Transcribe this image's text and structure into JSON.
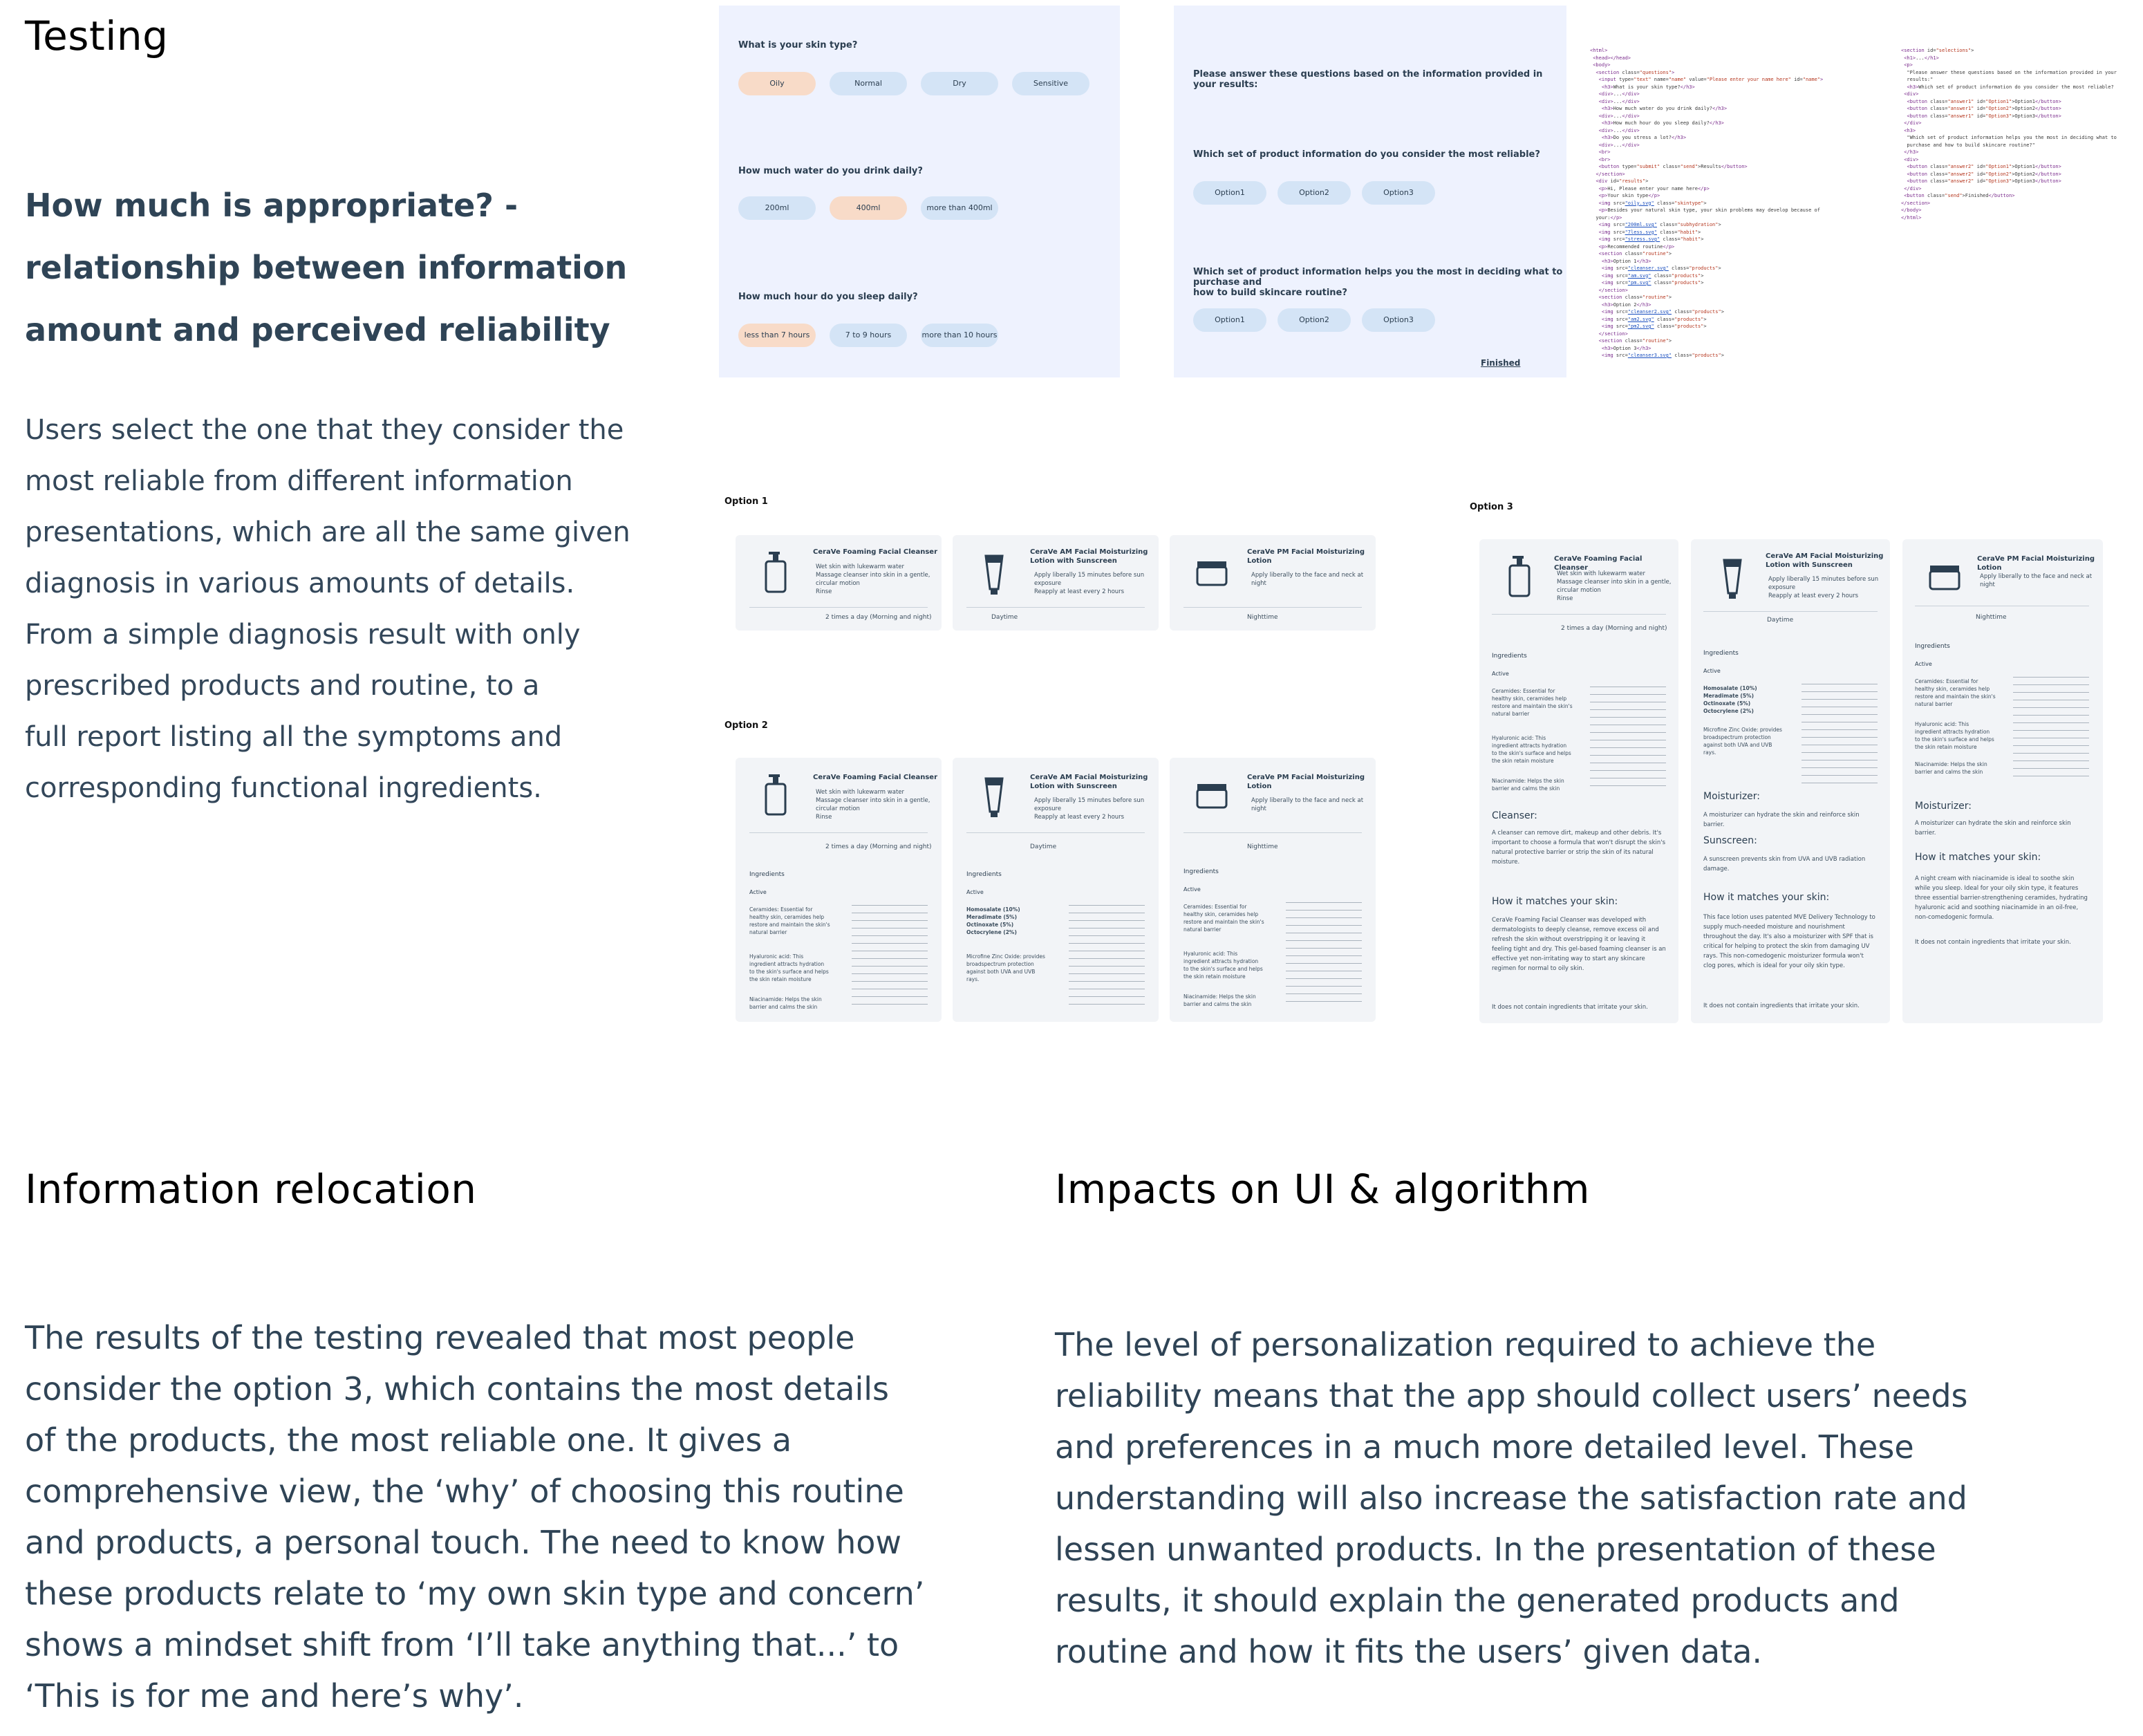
{
  "left": {
    "testing_title": "Testing",
    "subtitle_lines": [
      "How much is appropriate? -",
      "relationship between information",
      "amount and perceived reliability"
    ],
    "desc_lines": [
      "Users select the one that they consider the",
      "most reliable from different information",
      "presentations, which are all the same given",
      "diagnosis in various amounts of details.",
      "From a simple diagnosis result with only",
      "prescribed products and routine, to a",
      "full report listing all the symptoms and",
      "corresponding functional ingredients."
    ]
  },
  "survey1": {
    "q1": "What is your skin type?",
    "q1_options": [
      "Oily",
      "Normal",
      "Dry",
      "Sensitive"
    ],
    "q2": "How much water do you drink daily?",
    "q2_options": [
      "200ml",
      "400ml",
      "more than 400ml"
    ],
    "q3": "How much hour do you sleep daily?",
    "q3_options": [
      "less than 7 hours",
      "7 to 9 hours",
      "more than 10 hours"
    ]
  },
  "survey2": {
    "intro": "Please answer these questions based on the information provided in your results:",
    "q1": "Which set of product information do you consider the most reliable?",
    "q1_options": [
      "Option1",
      "Option2",
      "Option3"
    ],
    "q2_line1": "Which set of product information helps you the most in deciding what to purchase and",
    "q2_line2": "how to build skincare routine?",
    "q2_options": [
      "Option1",
      "Option2",
      "Option3"
    ],
    "finished": "Finished"
  },
  "options": {
    "option1": "Option 1",
    "option2": "Option 2",
    "option3": "Option 3",
    "cleanser_title": "CeraVe Foaming Facial Cleanser",
    "cleanser_bul": [
      "Wet skin with lukewarm water",
      "Massage cleanser into skin in a gentle, circular motion",
      "Rinse"
    ],
    "cleanser_time": "2  times a day (Morning and night)",
    "am_title": "CeraVe AM Facial Moisturizing Lotion with Sunscreen",
    "am_bul": [
      "Apply liberally 15 minutes before sun exposure",
      "Reapply at least every 2 hours"
    ],
    "am_time": "Daytime",
    "pm_title": "CeraVe PM Facial Moisturizing Lotion",
    "pm_bul": [
      "Apply liberally to the face and neck at night"
    ],
    "pm_time": "Nighttime",
    "ingredients": "Ingredients",
    "active": "Active",
    "cer": "Ceramides: Essential for healthy skin, ceramides help restore and maintain the skin's natural barrier",
    "hya": "Hyaluronic acid: This ingredient attracts hydration to the skin's surface and helps the skin retain moisture",
    "nia": "Niacinamide: Helps the skin barrier and calms the skin",
    "homo": "Homosalate (10%) Meradimate (5%) Octinoxate (5%) Octocrylene (2%)",
    "zinc": "Microfine Zinc Oxide: provides broadspectrum protection against both UVA and UVB rays.",
    "cleanser_h": "Cleanser:",
    "cleanser_p": "A cleanser can remove dirt, makeup and other debris. It's important to choose a formula that won't disrupt the skin's natural protective barrier or strip the skin of its natural moisture.",
    "match_h": "How it matches your skin:",
    "match_cleanser_p": "CeraVe Foaming Facial Cleanser was developed with dermatologists to deeply cleanse, remove excess oil and refresh the skin without overstripping it or leaving it feeling tight and dry. This gel-based foaming cleanser is an effective yet non-irritating way to start any skincare regimen for normal to oily skin.",
    "irritate": "It does not contain ingredients that irritate your skin.",
    "moist_h": "Moisturizer:",
    "moist_p": "A moisturizer can hydrate the skin and reinforce skin barrier.",
    "sun_h": "Sunscreen:",
    "sun_p": "A sunscreen prevents skin from UVA and UVB radiation damage.",
    "match_am_p": "This face lotion uses patented MVE Delivery Technology to supply much-needed moisture and nourishment throughout the day. It's also a moisturizer with SPF that is critical for helping to protect the skin from damaging UV rays. This non-comedogenic moisturizer formula won't clog pores, which is ideal for your oily skin type.",
    "match_pm_p": "A night cream with niacinamide is ideal to soothe skin while you sleep. Ideal for your oily skin type, it features three essential barrier-strengthening ceramides, hydrating hyaluronic acid and soothing niacinamide in an oil-free, non-comedogenic formula."
  },
  "bottom": {
    "relocation_title": "Information relocation",
    "relocation_lines": [
      "The results of the testing revealed that most people",
      "consider the option 3, which contains the most details",
      "of the products, the most reliable one. It gives a",
      "comprehensive view, the ‘why’ of choosing this routine",
      "and products, a personal touch. The need to know how",
      "these products relate to ‘my own skin type and concern’",
      "shows a mindset shift from ‘I’ll take anything that...’ to",
      "‘This is for me and here’s why’."
    ],
    "impacts_title": "Impacts on UI & algorithm",
    "impacts_lines": [
      "The level of personalization required to achieve the",
      "reliability means that the app should collect users’ needs",
      "and preferences in a much more detailed level. These",
      "understanding will also increase the satisfaction rate and",
      "lessen unwanted products. In the presentation of these",
      "results, it should explain the generated products and",
      "routine and how it fits the users’ given data."
    ]
  }
}
